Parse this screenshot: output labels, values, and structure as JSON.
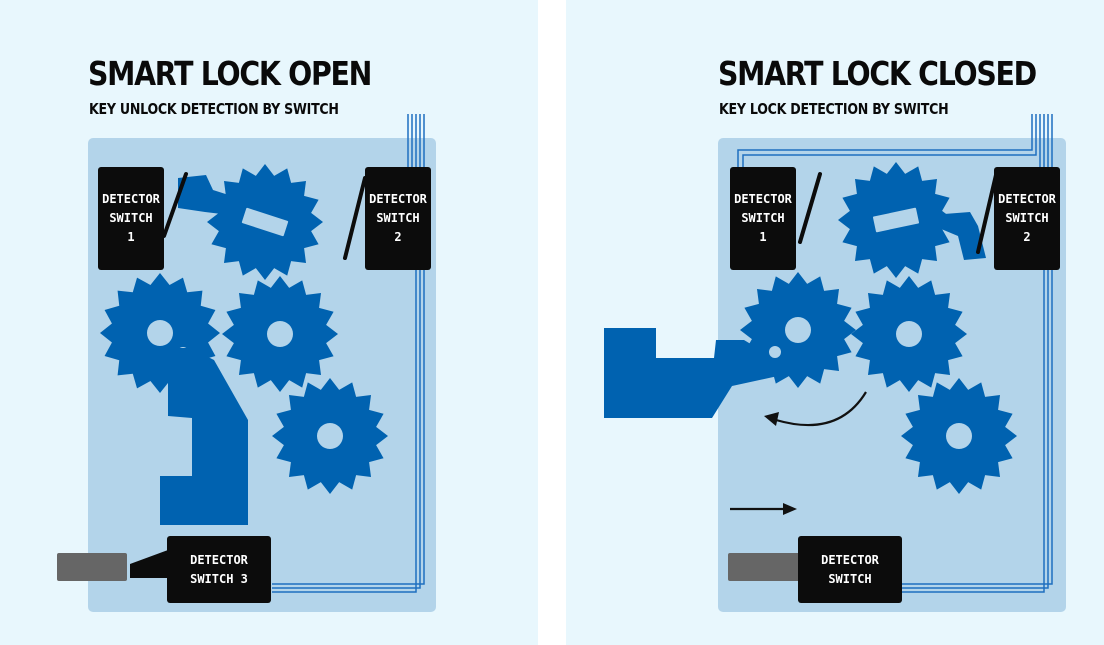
{
  "panels": {
    "open": {
      "title": "SMART LOCK OPEN",
      "subtitle": "KEY UNLOCK DETECTION BY SWITCH",
      "detectors": {
        "switch_1": "DETECTOR\nSWITCH\n1",
        "switch_2": "DETECTOR\nSWITCH\n2",
        "switch_3": "DETECTOR\nSWITCH 3"
      }
    },
    "closed": {
      "title": "SMART LOCK CLOSED",
      "subtitle": "KEY LOCK DETECTION BY SWITCH",
      "detectors": {
        "switch_1": "DETECTOR\nSWITCH\n1",
        "switch_2": "DETECTOR\nSWITCH\n2",
        "switch_bottom": "DETECTOR\nSWITCH"
      }
    }
  },
  "colors": {
    "panel_background": "#e8f7fd",
    "housing": "#b3d4ea",
    "mechanism_blue": "#0062b0",
    "switch_body": "#0c0c0c",
    "bolt_gray": "#666666",
    "wire": "#1e6fc0",
    "arrow": "#111111"
  }
}
